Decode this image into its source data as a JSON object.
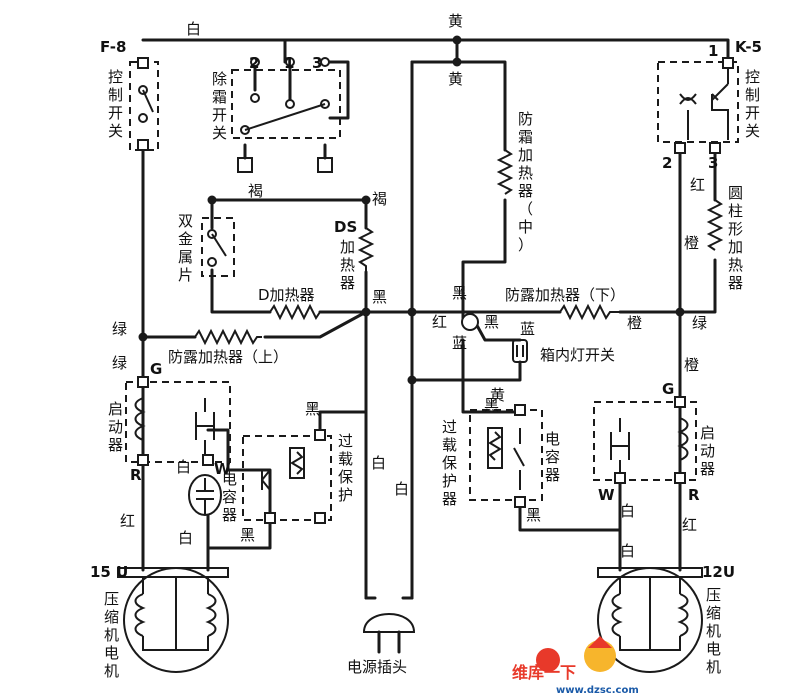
{
  "components": {
    "f8": {
      "code": "F-8",
      "label": [
        "控",
        "制",
        "开",
        "关"
      ]
    },
    "k5": {
      "code": "K-5",
      "label": [
        "控",
        "制",
        "开",
        "关"
      ]
    },
    "defrost_switch": {
      "label": [
        "除",
        "霜",
        "开",
        "关"
      ],
      "terminals": [
        "2",
        "1",
        "3"
      ]
    },
    "bimetal": {
      "label": [
        "双",
        "金",
        "属",
        "片"
      ]
    },
    "ds_heater": {
      "code": "DS",
      "label": [
        "加",
        "热",
        "器"
      ]
    },
    "d_heater": {
      "label": "D加热器"
    },
    "anti_fog_mid": {
      "label": [
        "防",
        "霜",
        "加",
        "热",
        "器",
        "（",
        "中",
        "）"
      ]
    },
    "anti_fog_low": {
      "label": "防露加热器（下）"
    },
    "anti_fog_up": {
      "label": "防露加热器（上）"
    },
    "cyl_heater": {
      "label": [
        "圆",
        "柱",
        "形",
        "加",
        "热",
        "器"
      ]
    },
    "k5_terminals": [
      "1",
      "2",
      "3"
    ],
    "lamp_switch": {
      "label": "箱内灯开关"
    },
    "starter_left": {
      "label": [
        "启",
        "动",
        "器"
      ],
      "terminals": [
        "G",
        "R",
        "W"
      ]
    },
    "starter_right": {
      "label": [
        "启",
        "动",
        "器"
      ],
      "terminals": [
        "G",
        "R",
        "W"
      ]
    },
    "overload_left": {
      "label": [
        "过",
        "载",
        "保",
        "护"
      ]
    },
    "cap_left": {
      "label": [
        "电",
        "容",
        "器"
      ]
    },
    "overload_right": {
      "label": [
        "过",
        "载",
        "保",
        "护",
        "器"
      ]
    },
    "cap_right": {
      "label": [
        "电",
        "容",
        "器"
      ]
    },
    "compressor_left": {
      "code": "15 U",
      "label": [
        "压",
        "缩",
        "机",
        "电",
        "机"
      ]
    },
    "compressor_right": {
      "code": "12U",
      "label": [
        "压",
        "缩",
        "机",
        "电",
        "机"
      ]
    },
    "plug": {
      "label": "电源插头"
    }
  },
  "wire_colors": {
    "white": "白",
    "yellow": "黄",
    "brown": "褐",
    "black": "黑",
    "red": "红",
    "green": "绿",
    "orange": "橙",
    "blue": "蓝"
  },
  "watermark": {
    "line1": "维库一下",
    "line2": "www.dzsc.com"
  }
}
